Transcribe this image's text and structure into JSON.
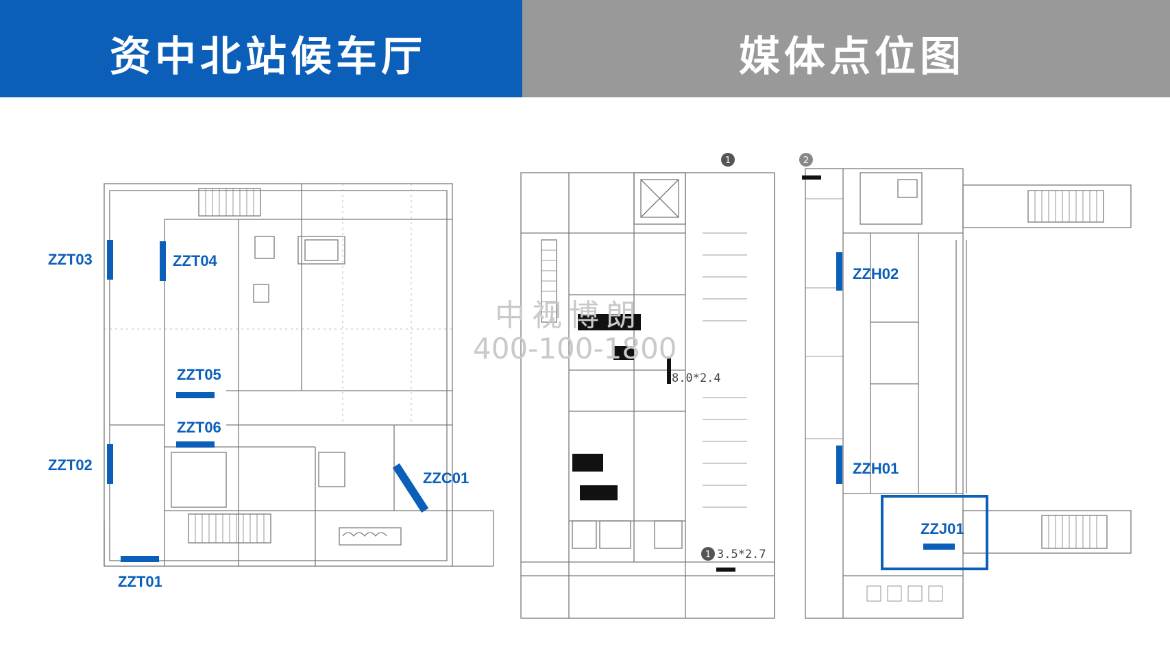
{
  "header": {
    "station_title": "资中北站候车厅",
    "map_title": "媒体点位图"
  },
  "watermark": {
    "line1": "中视博朗",
    "line2": "400-100-1800"
  },
  "plan_notes": {
    "size_a": "8.0*2.4",
    "size_b": "3.5*2.7",
    "axis_1": "1",
    "axis_2": "2"
  },
  "media_points": [
    {
      "id": "ZZT01"
    },
    {
      "id": "ZZT02"
    },
    {
      "id": "ZZT03"
    },
    {
      "id": "ZZT04"
    },
    {
      "id": "ZZT05"
    },
    {
      "id": "ZZT06"
    },
    {
      "id": "ZZC01"
    },
    {
      "id": "ZZH01"
    },
    {
      "id": "ZZH02"
    },
    {
      "id": "ZZJ01"
    }
  ],
  "colors": {
    "accent_blue": "#0b5fb8",
    "header_gray": "#999999",
    "plan_line": "#7a7a7a"
  }
}
